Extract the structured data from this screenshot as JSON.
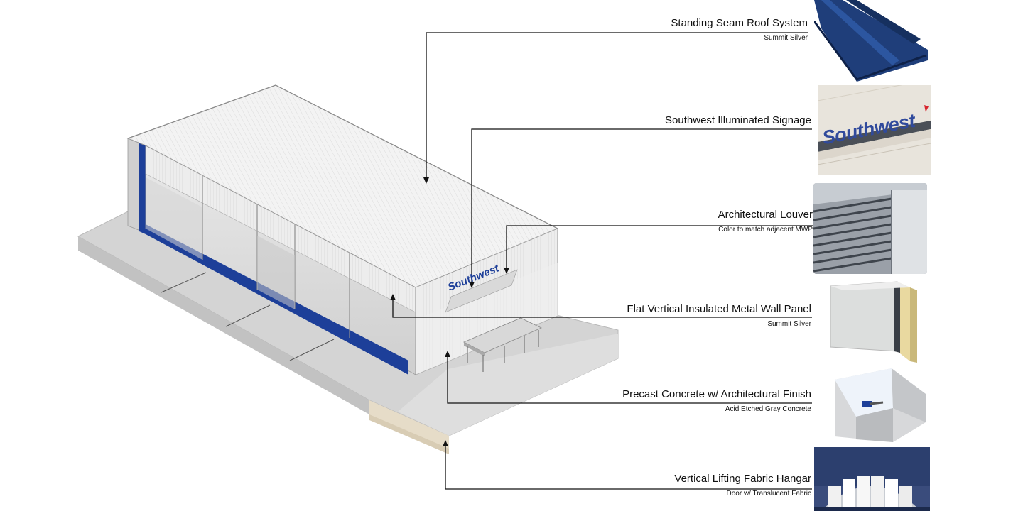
{
  "diagram": {
    "sign_text": "Southwest",
    "callouts": [
      {
        "title": "Standing Seam Roof System",
        "subtitle": "Summit Silver",
        "swatch": "standing-seam-roof"
      },
      {
        "title": "Southwest Illuminated Signage",
        "subtitle": "",
        "swatch": "illuminated-signage"
      },
      {
        "title": "Architectural Louver",
        "subtitle": "Color to match adjacent MWP",
        "swatch": "architectural-louver"
      },
      {
        "title": "Flat Vertical Insulated Metal Wall Panel",
        "subtitle": "Summit Silver",
        "swatch": "insulated-wall-panel"
      },
      {
        "title": "Precast Concrete w/ Architectural Finish",
        "subtitle": "Acid Etched Gray Concrete",
        "swatch": "precast-concrete"
      },
      {
        "title": "Vertical Lifting Fabric Hangar",
        "subtitle": "Door w/ Translucent Fabric",
        "swatch": "fabric-hangar-door"
      }
    ],
    "colors": {
      "brand_blue": "#1d3f99",
      "roof_blue": "#1f3e7a",
      "leader_line": "#111111",
      "concrete": "#c9c9c9",
      "wall_panel": "#ececec",
      "roof": "#f2f2f2"
    }
  }
}
